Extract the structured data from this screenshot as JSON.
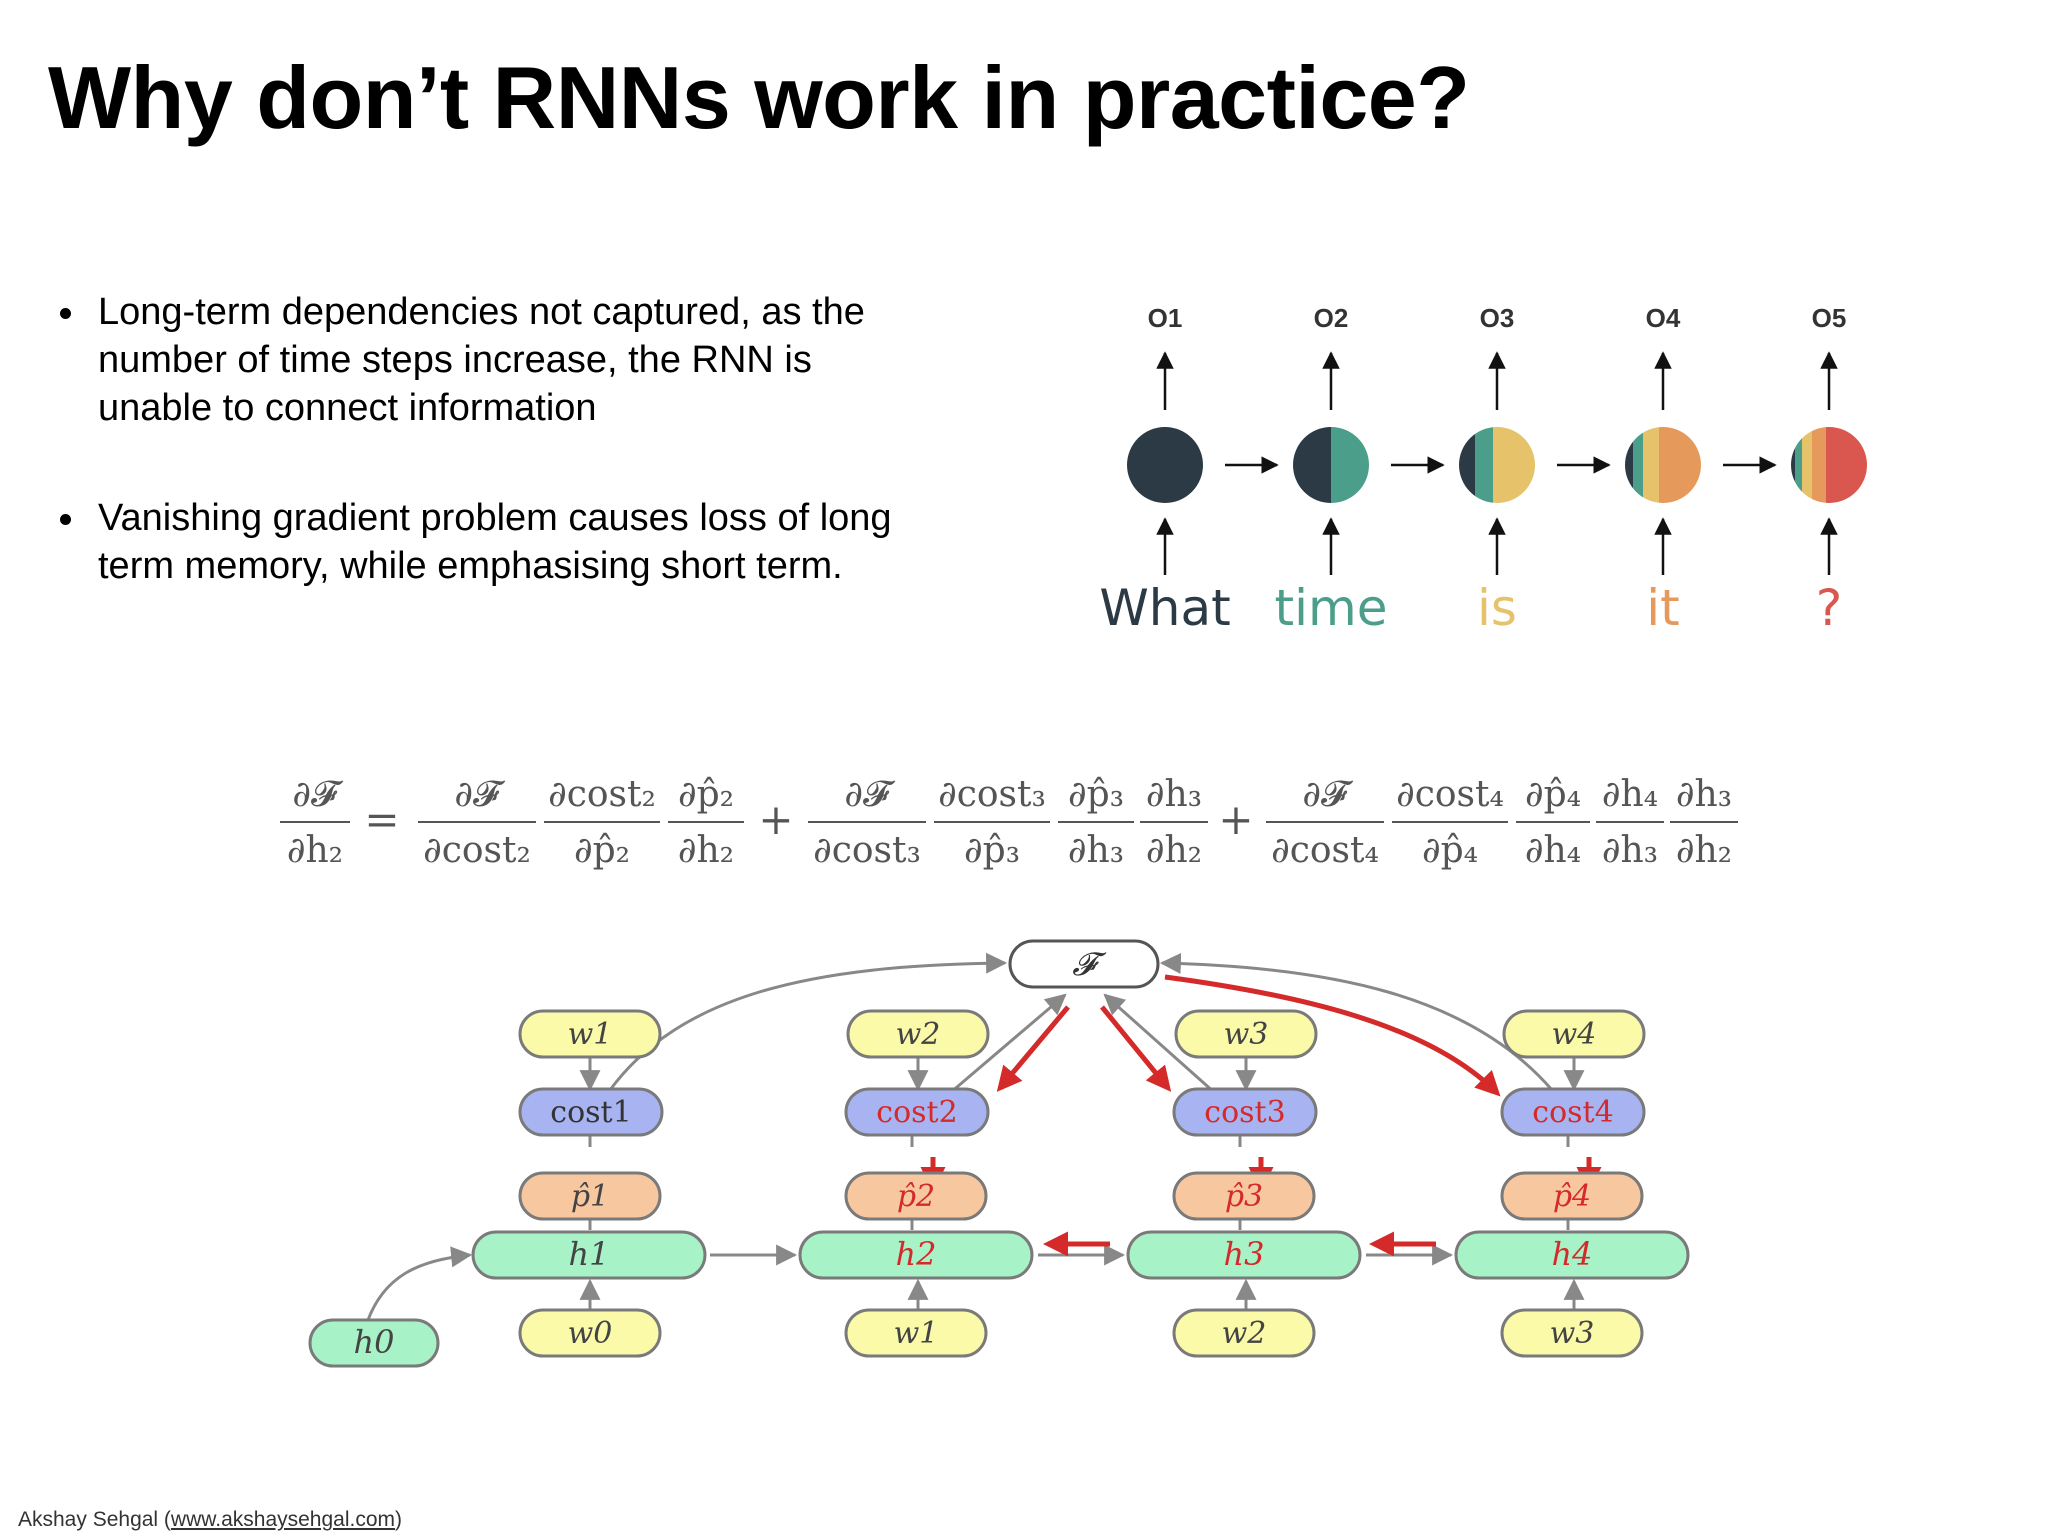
{
  "slide": {
    "title": "Why don’t RNNs work in practice?",
    "bullets": [
      "Long-term dependencies not captured, as the number of time steps increase, the RNN is unable to connect information",
      "Vanishing gradient problem causes loss of long term memory, while emphasising short term."
    ],
    "footer_author": "Akshay Sehgal (",
    "footer_link": "www.akshaysehgal.com",
    "footer_close": ")"
  },
  "rnn_diagram": {
    "outputs": [
      "O1",
      "O2",
      "O3",
      "O4",
      "O5"
    ],
    "words": [
      "What",
      "time",
      "is",
      "it",
      "?"
    ],
    "word_colors": [
      "#2b3a44",
      "#4a9e8a",
      "#e6c26b",
      "#e59a5c",
      "#d9574f"
    ]
  },
  "equation": {
    "lhs_num": "∂𝓕",
    "lhs_den": "∂h₂",
    "equals": "=",
    "plus": "+",
    "terms": [
      [
        [
          "∂𝓕",
          "∂cost₂"
        ],
        [
          "∂cost₂",
          "∂p̂₂"
        ],
        [
          "∂p̂₂",
          "∂h₂"
        ]
      ],
      [
        [
          "∂𝓕",
          "∂cost₃"
        ],
        [
          "∂cost₃",
          "∂p̂₃"
        ],
        [
          "∂p̂₃",
          "∂h₃"
        ],
        [
          "∂h₃",
          "∂h₂"
        ]
      ],
      [
        [
          "∂𝓕",
          "∂cost₄"
        ],
        [
          "∂cost₄",
          "∂p̂₄"
        ],
        [
          "∂p̂₄",
          "∂h₄"
        ],
        [
          "∂h₄",
          "∂h₃"
        ],
        [
          "∂h₃",
          "∂h₂"
        ]
      ]
    ]
  },
  "graph": {
    "F_label": "𝓕",
    "columns": [
      {
        "w_top": "w1",
        "cost": "cost1",
        "p": "p̂1",
        "h": "h1",
        "w_bottom": "w0"
      },
      {
        "w_top": "w2",
        "cost": "cost2",
        "p": "p̂2",
        "h": "h2",
        "w_bottom": "w1"
      },
      {
        "w_top": "w3",
        "cost": "cost3",
        "p": "p̂3",
        "h": "h3",
        "w_bottom": "w2"
      },
      {
        "w_top": "w4",
        "cost": "cost4",
        "p": "p̂4",
        "h": "h4",
        "w_bottom": "w3"
      }
    ],
    "h0": "h0",
    "colors": {
      "w_fill": "#fafaa8",
      "cost_fill": "#a8b4f2",
      "p_fill": "#f7c8a0",
      "h_fill": "#a8f2c8",
      "border": "#7a7a7a",
      "red": "#d42a2a"
    }
  }
}
